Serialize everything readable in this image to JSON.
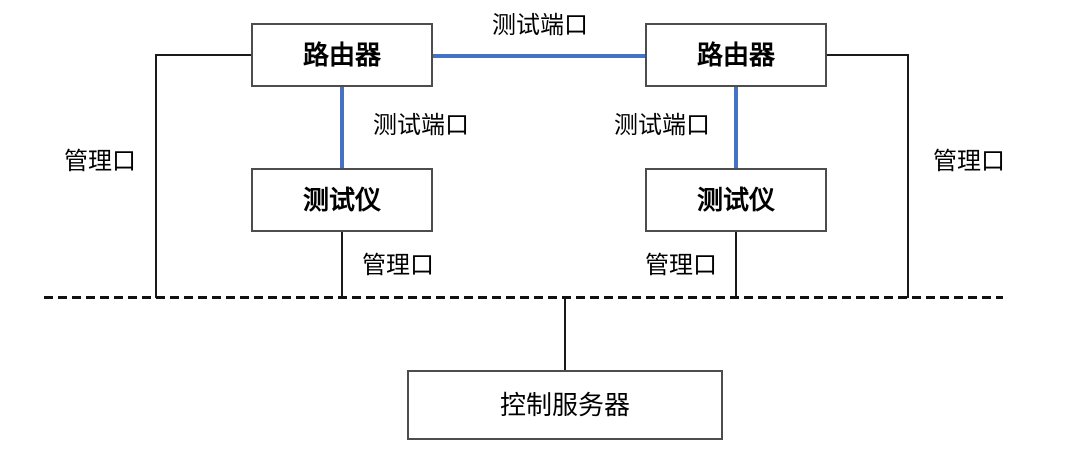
{
  "diagram": {
    "type": "network-topology",
    "nodes": {
      "router_left": {
        "label": "路由器"
      },
      "router_right": {
        "label": "路由器"
      },
      "tester_left": {
        "label": "测试仪"
      },
      "tester_right": {
        "label": "测试仪"
      },
      "control_server": {
        "label": "控制服务器"
      }
    },
    "edge_labels": {
      "test_port_top": "测试端口",
      "test_port_left": "测试端口",
      "test_port_right": "测试端口",
      "mgmt_left": "管理口",
      "mgmt_right": "管理口",
      "mgmt_bottom_left": "管理口",
      "mgmt_bottom_right": "管理口"
    },
    "colors": {
      "test_port_line": "#4472C4",
      "management_line": "#1a1a1a",
      "box_border": "#4d4d4d",
      "text": "#000000",
      "background": "#ffffff"
    }
  }
}
